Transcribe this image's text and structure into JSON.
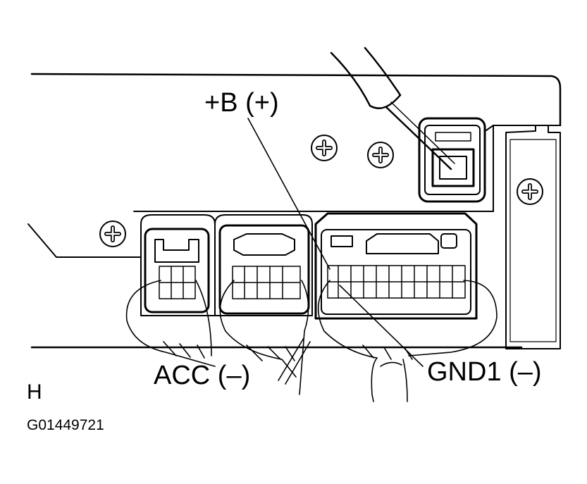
{
  "labels": {
    "plus_b": "+B (+)",
    "acc": "ACC (–)",
    "gnd1": "GND1 (–)",
    "view_letter": "H",
    "figure_code": "G01449721"
  },
  "colors": {
    "ink": "#000000",
    "paper": "#ffffff"
  }
}
